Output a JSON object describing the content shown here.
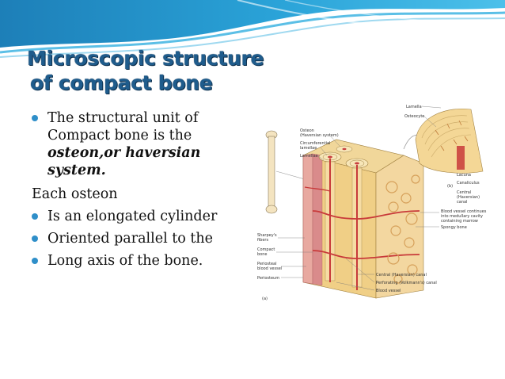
{
  "slide": {
    "title_line1": "Microscopic structure",
    "title_line2": "of compact bone",
    "bullet1_lines": [
      "The structural unit of",
      "Compact bone is the"
    ],
    "bullet1_emph_lines": [
      "osteon,or haversian",
      "system."
    ],
    "heading": "Each osteon",
    "bullets": [
      "Is an elongated cylinder",
      "Oriented parallel to the",
      "Long axis of the bone."
    ]
  },
  "figure": {
    "labels": {
      "lamella": "Lamella",
      "osteocyte": "Osteocyte",
      "osteon1": "Osteon",
      "osteon2": "(Haversian system)",
      "circ1": "Circumferential",
      "circ2": "lamellae",
      "lamellae": "Lamellae",
      "panel_b": "(b)",
      "lacuna": "Lacuna",
      "canaliculus": "Canaliculus",
      "central1": "Central",
      "central2": "(Haversian)",
      "central3": "canal",
      "bv1": "Blood vessel continues",
      "bv2": "into medullary cavity",
      "bv3": "containing marrow",
      "spongy": "Spongy bone",
      "sharpey1": "Sharpey's",
      "sharpey2": "fibers",
      "compact1": "Compact",
      "compact2": "bone",
      "perio_bv1": "Periosteal",
      "perio_bv2": "blood vessel",
      "periosteum": "Periosteum",
      "central_canal": "Central (Haversian) canal",
      "perforating": "Perforating (Volkmann's) canal",
      "blood_vessel": "Blood vessel",
      "panel_a": "(a)"
    }
  }
}
